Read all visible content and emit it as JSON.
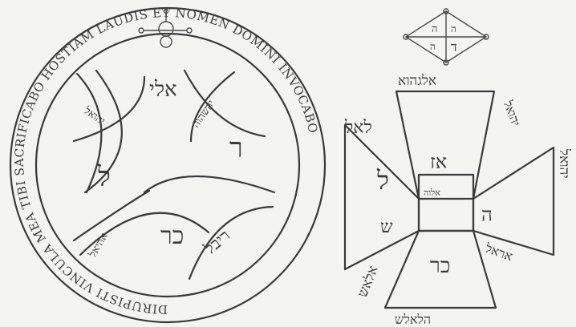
{
  "seal": {
    "rim_text": "DIRUPISTI VINCULA MEA TIBI SACRIFICABO HOSTIAM LAUDIS ET NOMEN DOMINI INVOCABO",
    "center_letters": {
      "top": "אלי",
      "left": "ל",
      "right": "ר",
      "bottom": "כר"
    },
    "lens_labels": {
      "top_left": "יהואל",
      "top_right": "יהשהוה",
      "bottom_left": "אהיאל",
      "bottom_right": "ריבל"
    }
  },
  "diagram": {
    "diamond_letters": [
      "ה",
      "ה",
      "ה",
      "ד"
    ],
    "top_label": "אלגהוא",
    "right_top_label": "יהואל",
    "right_label": "יהואל",
    "left_label": "לאל",
    "bottom_left_label": "אלאש",
    "bottom_label": "הלאלש",
    "bottom_right_label": "אראל",
    "center_word": "אלוה",
    "arm_letters": {
      "top": "אז",
      "left": "ל",
      "right": "ה",
      "bottom": "כר",
      "left_inner": "ש"
    }
  }
}
